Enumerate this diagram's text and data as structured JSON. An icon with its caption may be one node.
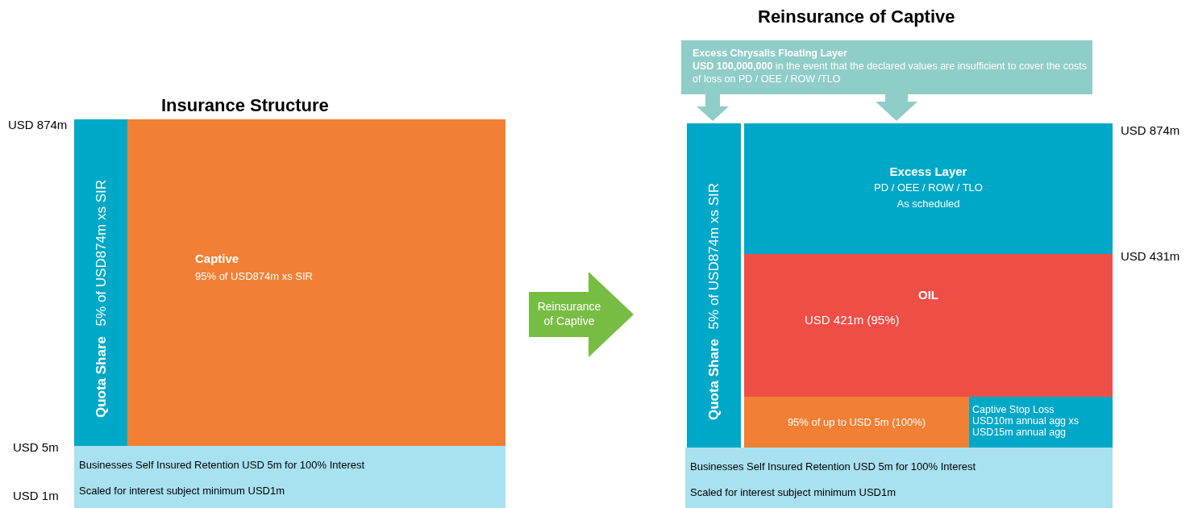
{
  "diagram": {
    "nodes": [
      {
        "text": [
          "Quota Share",
          "5% of USD874m xs SIR"
        ]
      },
      {
        "text": [
          "Captive",
          "95% of USD874m xs SIR"
        ]
      },
      {
        "text": [
          "Businesses Self Insured Retention USD 5m for 100% Interest",
          "Scaled for interest subject minimum USD1m"
        ]
      },
      {
        "text": [
          "Reinsurance of Captive"
        ]
      },
      {
        "text": [
          "Excess Chrysalis Floating Layer",
          "**USD 100,000,000** in the event that the declared values are insufficient to cover the costs of loss on PD / OEE / ROW /TLO"
        ]
      },
      {
        "text": [
          "Quota Share",
          "5% of USD874m xs SIR"
        ]
      },
      {
        "text": [
          "Excess Layer",
          "PD / OEE / ROW / TLO",
          "As scheduled"
        ]
      },
      {
        "text": [
          "OIL",
          "USD 421m (95%)"
        ]
      },
      {
        "text": [
          "95% of up to USD 5m (100%)"
        ]
      },
      {
        "text": [
          "Captive Stop Loss",
          "USD10m annual agg xs USD15m annual agg"
        ]
      },
      {
        "text": [
          "Businesses Self Insured Retention USD 5m for 100% Interest",
          "Scaled for interest subject minimum USD1m"
        ]
      }
    ],
    "edges": [
      {
        "from": 4,
        "to": 5,
        "arrow": "to"
      },
      {
        "from": 4,
        "to": 6,
        "arrow": "to"
      }
    ],
    "labels": [
      "Reinsurance of Captive",
      "Insurance Structure",
      "USD 874m",
      "USD 5m",
      "USD 1m",
      "USD 874m",
      "USD 431m"
    ]
  }
}
